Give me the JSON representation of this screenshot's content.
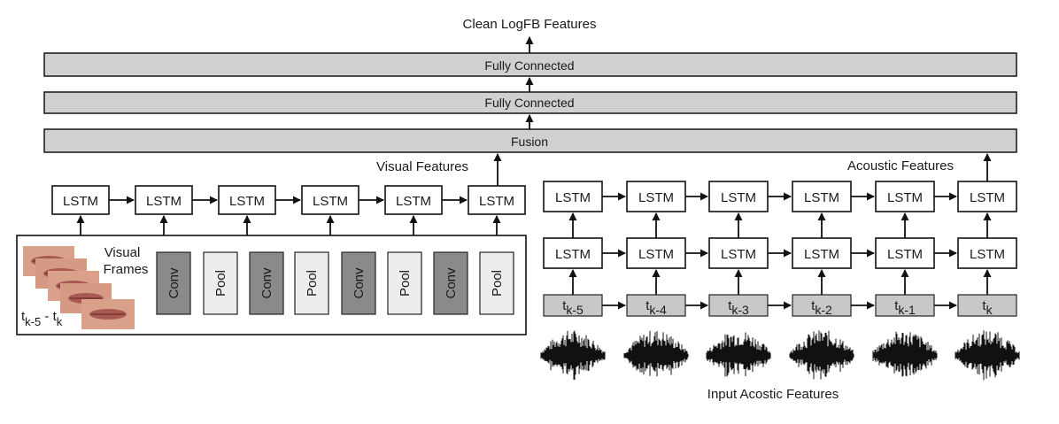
{
  "title": "Clean LogFB Features",
  "layers": {
    "fc_top": "Fully Connected",
    "fc_mid": "Fully Connected",
    "fusion": "Fusion"
  },
  "visual": {
    "features_label": "Visual Features",
    "frames_label_1": "Visual",
    "frames_label_2": "Frames",
    "frames_range_main_1": "t",
    "frames_range_sub_1": "k-5",
    "frames_range_sep": " - ",
    "frames_range_main_2": "t",
    "frames_range_sub_2": "k",
    "lstm_label": "LSTM",
    "lstms": [
      "LSTM",
      "LSTM",
      "LSTM",
      "LSTM",
      "LSTM",
      "LSTM"
    ],
    "cnn_layers": [
      "Conv",
      "Pool",
      "Conv",
      "Pool",
      "Conv",
      "Pool",
      "Conv",
      "Pool"
    ]
  },
  "acoustic": {
    "features_label": "Acoustic Features",
    "lstm_row1": [
      "LSTM",
      "LSTM",
      "LSTM",
      "LSTM",
      "LSTM",
      "LSTM"
    ],
    "lstm_row2": [
      "LSTM",
      "LSTM",
      "LSTM",
      "LSTM",
      "LSTM",
      "LSTM"
    ],
    "time_steps": [
      {
        "main": "t",
        "sub": "k-5"
      },
      {
        "main": "t",
        "sub": "k-4"
      },
      {
        "main": "t",
        "sub": "k-3"
      },
      {
        "main": "t",
        "sub": "k-2"
      },
      {
        "main": "t",
        "sub": "k-1"
      },
      {
        "main": "t",
        "sub": "k"
      }
    ],
    "input_label": "Input Acostic Features"
  },
  "colors": {
    "bar_fill": "#d0d0d0",
    "conv_fill": "#8a8a8a",
    "pool_fill": "#ededed",
    "time_fill": "#c8c8c8",
    "lip": "#c98a78"
  }
}
